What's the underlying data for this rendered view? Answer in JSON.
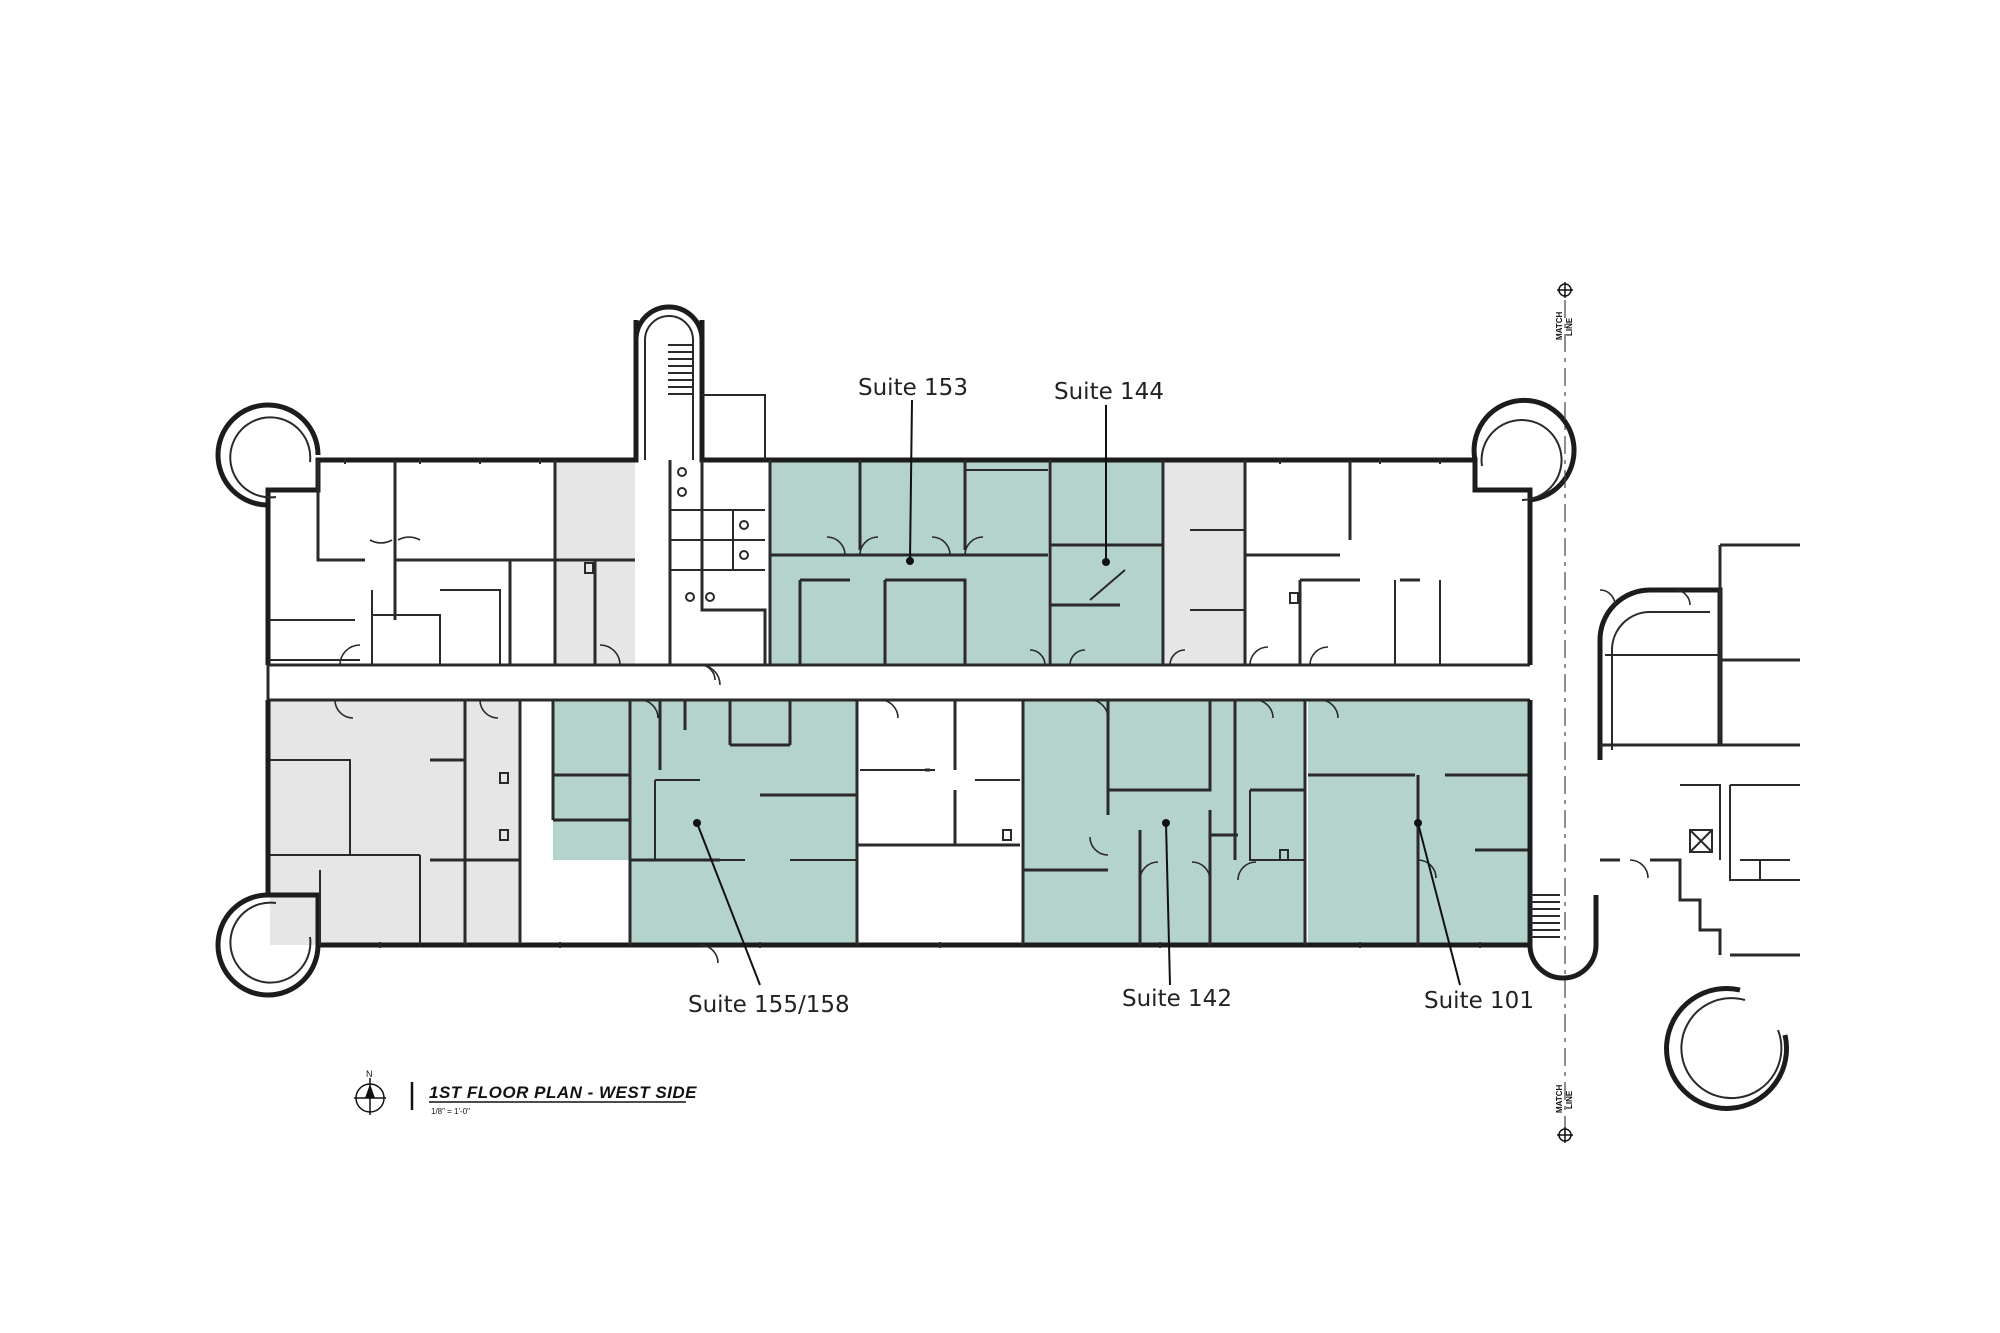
{
  "suite_labels": {
    "s153": "Suite 153",
    "s144": "Suite 144",
    "s155": "Suite 155/158",
    "s142": "Suite 142",
    "s101": "Suite 101"
  },
  "plan_title": "1ST FLOOR PLAN - WEST SIDE",
  "plan_scale": "1/8\" = 1'-0\"",
  "north_label": "N",
  "match_line": {
    "top": "MATCH",
    "bottom": "LINE"
  },
  "colors": {
    "suite_fill": "#b4d3cd",
    "common_fill": "#e6e6e6",
    "wall": "#2a2a2a",
    "background": "#ffffff"
  }
}
